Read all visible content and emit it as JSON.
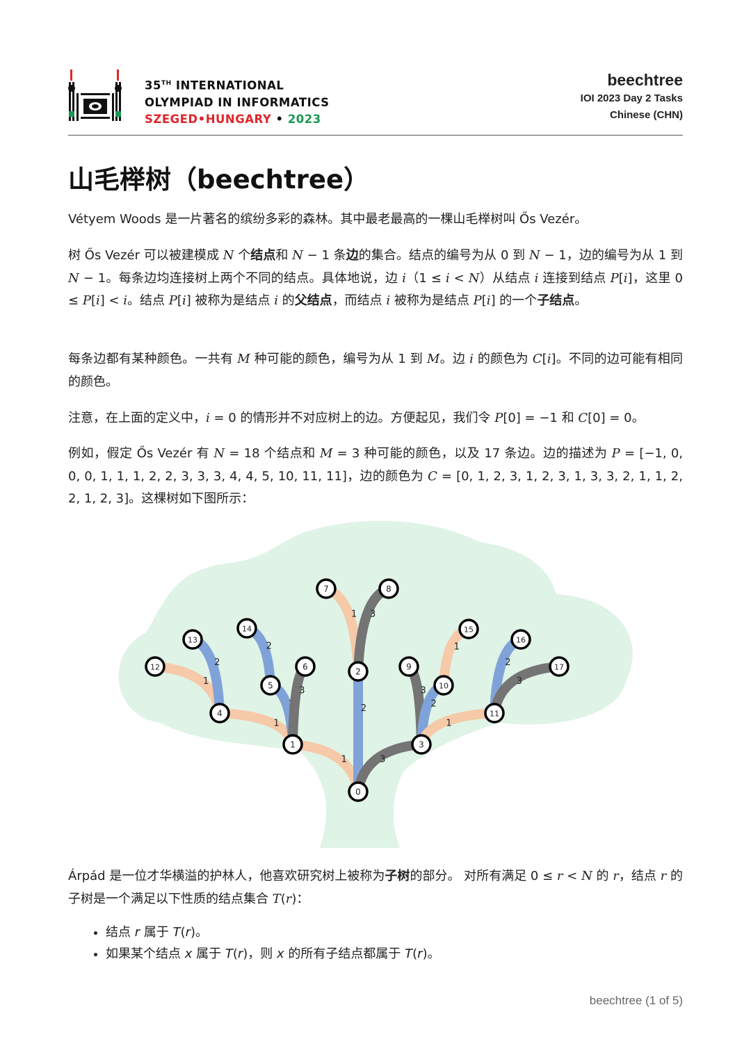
{
  "header": {
    "olympiad_line1_num": "35",
    "olympiad_line1_sup": "TH",
    "olympiad_line1_rest": " INTERNATIONAL",
    "olympiad_line2": "OLYMPIAD IN INFORMATICS",
    "olympiad_city": "SZEGED",
    "olympiad_country": "HUNGARY",
    "olympiad_year": "2023",
    "task_name": "beechtree",
    "contest": "IOI 2023 Day 2 Tasks",
    "language": "Chinese (CHN)"
  },
  "title": "山毛榉树（beechtree）",
  "paragraphs": [
    [
      {
        "t": "Vétyem Woods 是一片著名的缤纷多彩的森林。其中最老最高的一棵山毛榉树叫 Ős Vezér。"
      }
    ],
    [
      {
        "t": "树 Ős Vezér 可以被建模成 "
      },
      {
        "t": "N",
        "i": 1
      },
      {
        "t": " 个"
      },
      {
        "t": "结点",
        "b": 1
      },
      {
        "t": "和 "
      },
      {
        "t": "N",
        "i": 1
      },
      {
        "t": " − 1 条",
        "m": 0
      },
      {
        "t": "边",
        "b": 1
      },
      {
        "t": "的集合。结点的编号为从 0 到 "
      },
      {
        "t": "N",
        "i": 1
      },
      {
        "t": " − 1，边的编号为从 1 到 "
      },
      {
        "t": "N",
        "i": 1
      },
      {
        "t": " − 1。每条边均连接树上两个不同的结点。具体地说，边 "
      },
      {
        "t": "i",
        "i": 1
      },
      {
        "t": "（1 ≤ "
      },
      {
        "t": "i",
        "i": 1
      },
      {
        "t": " < "
      },
      {
        "t": "N",
        "i": 1
      },
      {
        "t": "）从结点 "
      },
      {
        "t": "i",
        "i": 1
      },
      {
        "t": " 连接到结点 "
      },
      {
        "t": "P",
        "i": 1
      },
      {
        "t": "["
      },
      {
        "t": "i",
        "i": 1
      },
      {
        "t": "]，这里 0 ≤ "
      },
      {
        "t": "P",
        "i": 1
      },
      {
        "t": "["
      },
      {
        "t": "i",
        "i": 1
      },
      {
        "t": "] < "
      },
      {
        "t": "i",
        "i": 1
      },
      {
        "t": "。结点 "
      },
      {
        "t": "P",
        "i": 1
      },
      {
        "t": "["
      },
      {
        "t": "i",
        "i": 1
      },
      {
        "t": "] 被称为是结点 "
      },
      {
        "t": "i",
        "i": 1
      },
      {
        "t": " 的"
      },
      {
        "t": "父结点",
        "b": 1
      },
      {
        "t": "，而结点 "
      },
      {
        "t": "i",
        "i": 1
      },
      {
        "t": " 被称为是结点 "
      },
      {
        "t": "P",
        "i": 1
      },
      {
        "t": "["
      },
      {
        "t": "i",
        "i": 1
      },
      {
        "t": "] 的一个"
      },
      {
        "t": "子结点",
        "b": 1
      },
      {
        "t": "。"
      }
    ],
    [
      {
        "t": "每条边都有某种颜色。一共有 "
      },
      {
        "t": "M",
        "i": 1
      },
      {
        "t": " 种可能的颜色，编号为从 1 到 "
      },
      {
        "t": "M",
        "i": 1
      },
      {
        "t": "。边 "
      },
      {
        "t": "i",
        "i": 1
      },
      {
        "t": " 的颜色为 "
      },
      {
        "t": "C",
        "i": 1
      },
      {
        "t": "["
      },
      {
        "t": "i",
        "i": 1
      },
      {
        "t": "]。不同的边可能有相同的颜色。"
      }
    ],
    [
      {
        "t": "注意，在上面的定义中，"
      },
      {
        "t": "i",
        "i": 1
      },
      {
        "t": " = 0 的情形并不对应树上的边。方便起见，我们令 "
      },
      {
        "t": "P",
        "i": 1
      },
      {
        "t": "[0] = −1 和 "
      },
      {
        "t": "C",
        "i": 1
      },
      {
        "t": "[0] = 0。"
      }
    ],
    [
      {
        "t": "例如，假定 Ős Vezér 有 "
      },
      {
        "t": "N",
        "i": 1
      },
      {
        "t": " = 18 个结点和 "
      },
      {
        "t": "M",
        "i": 1
      },
      {
        "t": " = 3 种可能的颜色，以及 17 条边。边的描述为 "
      },
      {
        "t": "P",
        "i": 1
      },
      {
        "t": " = [−1, 0, 0, 0, 1, 1, 1, 2, 2, 3, 3, 3, 4, 4, 5, 10, 11, 11]，边的颜色为 "
      },
      {
        "t": "C",
        "i": 1
      },
      {
        "t": " = [0, 1, 2, 3, 1, 2, 3, 1, 3, 3, 2, 1, 1, 2, 2, 1, 2, 3]。这棵树如下图所示："
      }
    ],
    [
      {
        "t": "Árpád 是一位才华横溢的护林人，他喜欢研究树上被称为"
      },
      {
        "t": "子树",
        "b": 1
      },
      {
        "t": "的部分。 对所有满足 0 ≤ "
      },
      {
        "t": "r",
        "i": 1
      },
      {
        "t": " < "
      },
      {
        "t": "N",
        "i": 1
      },
      {
        "t": " 的 "
      },
      {
        "t": "r",
        "i": 1
      },
      {
        "t": "，结点 "
      },
      {
        "t": "r",
        "i": 1
      },
      {
        "t": " 的子树是一个满足以下性质的结点集合 "
      },
      {
        "t": "T",
        "i": 1
      },
      {
        "t": "("
      },
      {
        "t": "r",
        "i": 1
      },
      {
        "t": ")："
      }
    ]
  ],
  "bullets": [
    [
      {
        "t": "结点 "
      },
      {
        "t": "r",
        "i": 1
      },
      {
        "t": " 属于 "
      },
      {
        "t": "T",
        "i": 1
      },
      {
        "t": "("
      },
      {
        "t": "r",
        "i": 1
      },
      {
        "t": ")。"
      }
    ],
    [
      {
        "t": "如果某个结点 "
      },
      {
        "t": "x",
        "i": 1
      },
      {
        "t": " 属于 "
      },
      {
        "t": "T",
        "i": 1
      },
      {
        "t": "("
      },
      {
        "t": "r",
        "i": 1
      },
      {
        "t": ")，则 "
      },
      {
        "t": "x",
        "i": 1
      },
      {
        "t": " 的所有子结点都属于 "
      },
      {
        "t": "T",
        "i": 1
      },
      {
        "t": "("
      },
      {
        "t": "r",
        "i": 1
      },
      {
        "t": ")。"
      }
    ]
  ],
  "tree": {
    "parents": [
      -1,
      0,
      0,
      0,
      1,
      1,
      1,
      2,
      2,
      3,
      3,
      3,
      4,
      4,
      5,
      10,
      11,
      11
    ],
    "colors": [
      0,
      1,
      2,
      3,
      1,
      2,
      3,
      1,
      3,
      3,
      2,
      1,
      1,
      2,
      2,
      1,
      2,
      3
    ],
    "color_map": {
      "1": "#f6c9a8",
      "2": "#7fa3d8",
      "3": "#747474"
    },
    "canopy_color": "#dff3e6"
  },
  "footer": "beechtree (1 of 5)"
}
